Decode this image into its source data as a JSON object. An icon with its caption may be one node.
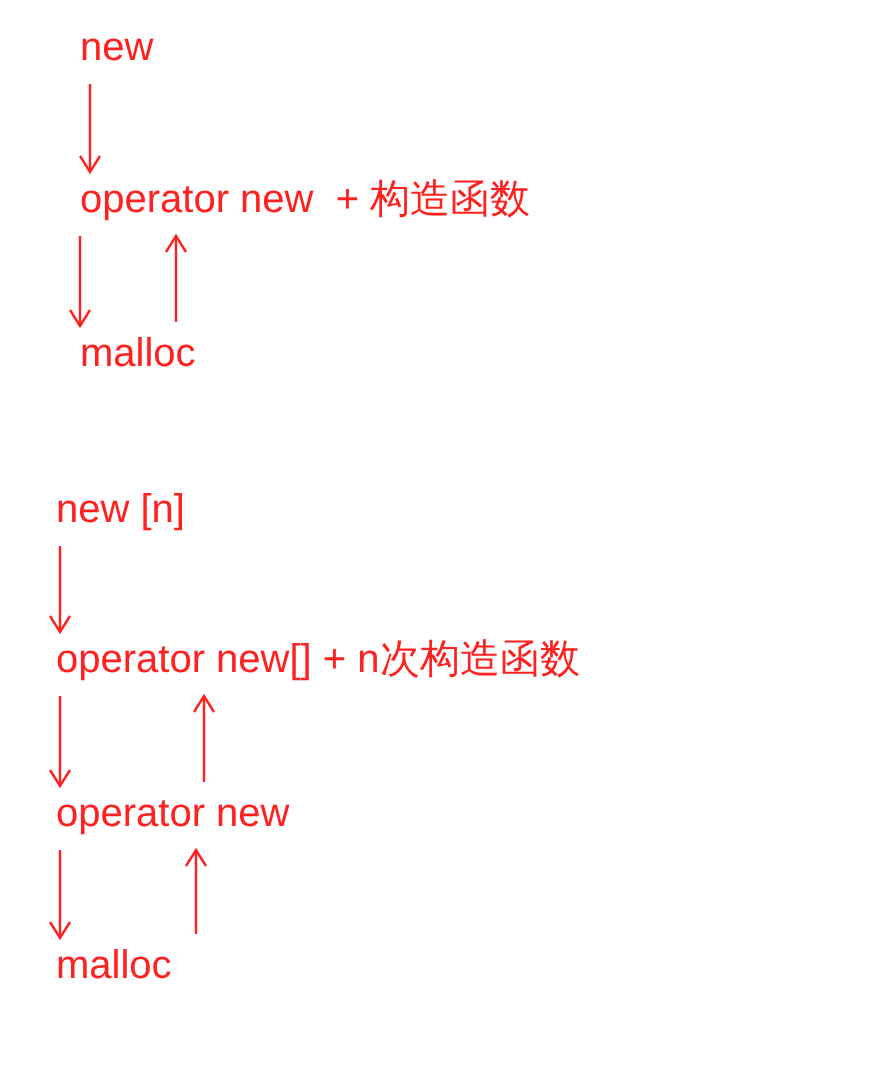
{
  "diagram": {
    "nodes": [
      {
        "text": [
          "new"
        ]
      },
      {
        "text": [
          "operator new  + 构造函数"
        ]
      },
      {
        "text": [
          "malloc"
        ]
      },
      {
        "text": [
          "new [n]"
        ]
      },
      {
        "text": [
          "operator new[] + n次构造函数"
        ]
      },
      {
        "text": [
          "operator new"
        ]
      },
      {
        "text": [
          "malloc"
        ]
      }
    ],
    "edges": [
      {
        "from": 0,
        "to": 1,
        "arrow": "to"
      },
      {
        "from": 1,
        "to": 2,
        "arrow": "to"
      },
      {
        "from": 2,
        "to": 1,
        "arrow": "to"
      },
      {
        "from": 3,
        "to": 4,
        "arrow": "to"
      },
      {
        "from": 4,
        "to": 5,
        "arrow": "to"
      },
      {
        "from": 5,
        "to": 4,
        "arrow": "to"
      },
      {
        "from": 5,
        "to": 6,
        "arrow": "to"
      },
      {
        "from": 6,
        "to": 5,
        "arrow": "to"
      }
    ]
  }
}
